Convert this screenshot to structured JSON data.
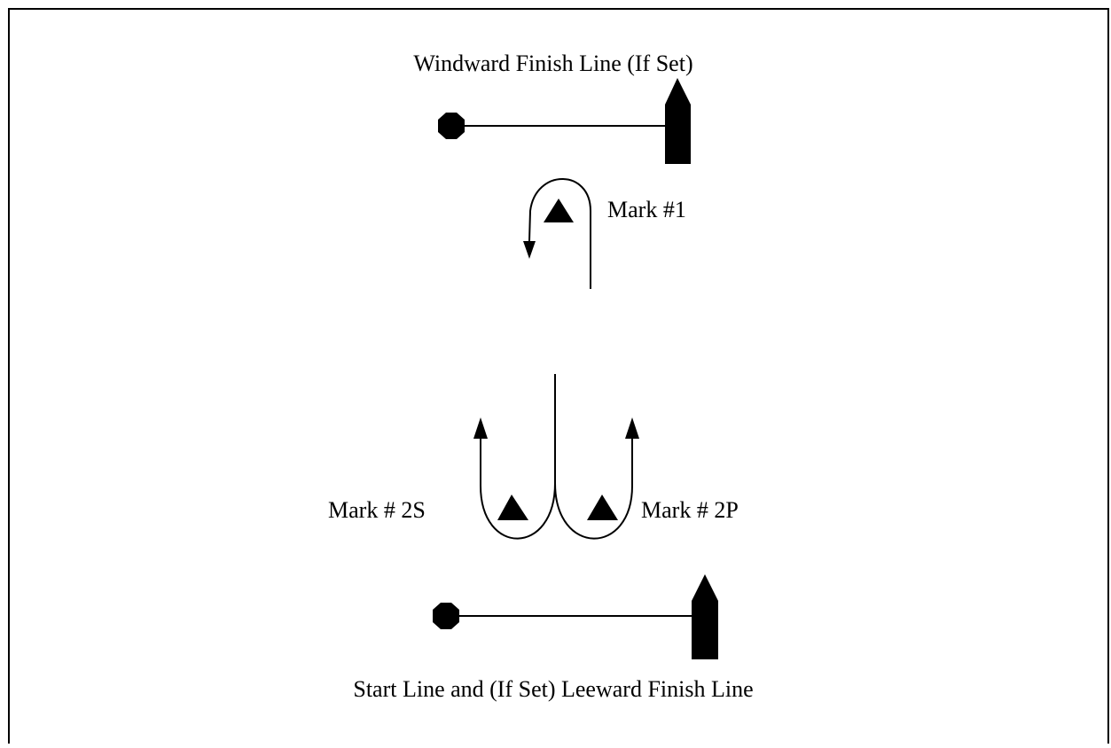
{
  "diagram": {
    "colors": {
      "ink": "#000000",
      "background": "#ffffff"
    },
    "labels": {
      "windward_finish": "Windward  Finish Line (If Set)",
      "mark1": "Mark #1",
      "mark2s": "Mark # 2S",
      "mark2p": "Mark # 2P",
      "start_leeward": "Start Line and (If Set) Leeward Finish Line"
    },
    "icons": {
      "pin_end": "octagon-buoy-icon",
      "committee_boat": "committee-boat-icon",
      "mark": "triangle-mark-icon",
      "arrow": "arrowhead-icon"
    }
  }
}
